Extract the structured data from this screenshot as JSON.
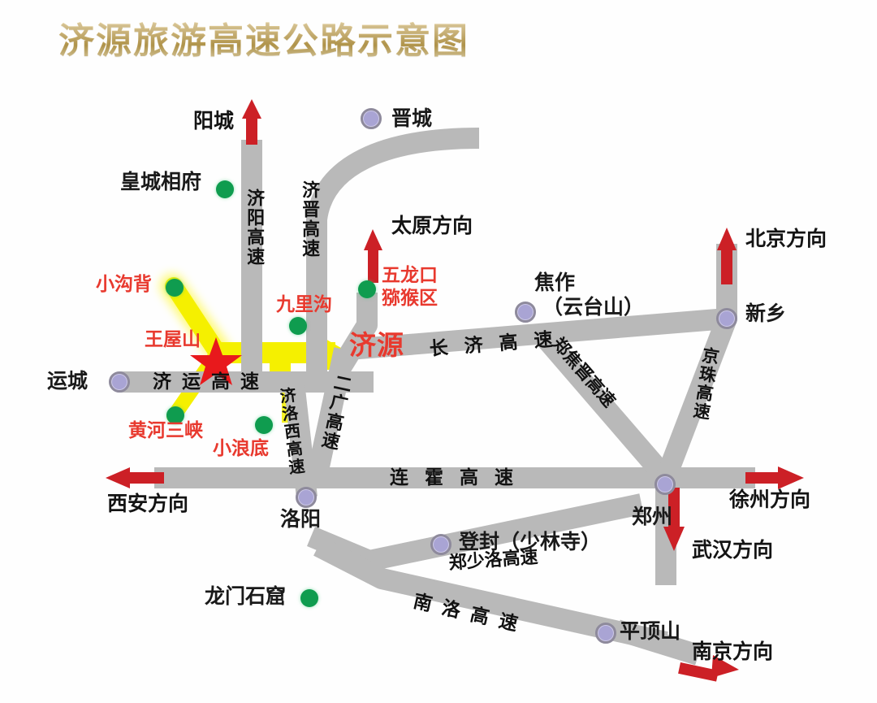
{
  "title": "济源旅游高速公路示意图",
  "colors": {
    "title_gold": "#c8ad68",
    "road_gray": "#b9b9b9",
    "route_yellow": "#f5f000",
    "arrow_red": "#cc2026",
    "site_red": "#e8392e",
    "city_purple": "#a9a4d4",
    "scenic_green": "#0f9c4f",
    "background": "#ffffff"
  },
  "cities": [
    {
      "name": "晋城",
      "marker": "purple-circle"
    },
    {
      "name": "运城",
      "marker": "purple-circle"
    },
    {
      "name": "新乡",
      "marker": "purple-circle"
    },
    {
      "name": "洛阳",
      "marker": "purple-circle"
    },
    {
      "name": "郑州",
      "marker": "purple-circle"
    },
    {
      "name": "平顶山",
      "marker": "purple-circle"
    },
    {
      "name": "焦作",
      "marker": "purple-circle"
    },
    {
      "name": "焦作_sub",
      "label": "（云台山）"
    },
    {
      "name": "登封",
      "label": "登封（少林寺）",
      "marker": "purple-circle"
    },
    {
      "name": "济源",
      "marker": "none",
      "highlight": true
    }
  ],
  "city_labels": {
    "jincheng": "晋城",
    "yuncheng": "运城",
    "xinxiang": "新乡",
    "luoyang": "洛阳",
    "zhengzhou": "郑州",
    "pingdingshan": "平顶山",
    "jiaozuo": "焦作",
    "jiaozuo_sub": "（云台山）",
    "dengfeng": "登封（少林寺）",
    "jiyuan": "济源",
    "yangcheng": "阳城"
  },
  "scenic_spots": [
    {
      "label": "皇城相府",
      "style": "black",
      "marker": "green-dot"
    },
    {
      "label": "小沟背",
      "style": "red",
      "marker": "green-dot"
    },
    {
      "label": "王屋山",
      "style": "red",
      "marker": "red-star"
    },
    {
      "label": "九里沟",
      "style": "red",
      "marker": "green-dot"
    },
    {
      "label": "五龙口",
      "style": "red",
      "marker": "green-dot"
    },
    {
      "label": "猕猴区",
      "style": "red",
      "marker": "none"
    },
    {
      "label": "黄河三峡",
      "style": "red",
      "marker": "green-dot"
    },
    {
      "label": "小浪底",
      "style": "red",
      "marker": "green-dot"
    },
    {
      "label": "龙门石窟",
      "style": "black",
      "marker": "green-dot"
    }
  ],
  "spot_labels": {
    "huangchengxiangfu": "皇城相府",
    "xiaogoubei": "小沟背",
    "wangwushan": "王屋山",
    "jiuligou": "九里沟",
    "wulongkou": "五龙口",
    "mihouqu": "猕猴区",
    "huanghesanxia": "黄河三峡",
    "xiaolangdi": "小浪底",
    "longmenshiku": "龙门石窟"
  },
  "highways": {
    "jiyang": "济阳高速",
    "jijin": "济晋高速",
    "jiyun": "济运高速",
    "changji": "长济高速",
    "changji_chars": [
      "长",
      "济",
      "高",
      "速"
    ],
    "jiyun_chars": [
      "济",
      "运",
      "高",
      "速"
    ],
    "erguang": "二广高速",
    "jiluoxi": "济洛西高速",
    "lianhuo": "连霍高速",
    "lianhuo_chars": [
      "连",
      "霍",
      "高",
      "速"
    ],
    "zhengjiaojin": "郑焦晋高速",
    "jingzhu": "京珠高速",
    "zhengshaoluo": "郑少洛高速",
    "nanluo": "南洛高速",
    "nanluo_chars": [
      "南",
      "洛",
      "高",
      "速"
    ]
  },
  "directions": [
    {
      "label": "阳城",
      "arrow": "up"
    },
    {
      "label": "太原方向",
      "arrow": "up"
    },
    {
      "label": "北京方向",
      "arrow": "up"
    },
    {
      "label": "西安方向",
      "arrow": "left"
    },
    {
      "label": "徐州方向",
      "arrow": "right"
    },
    {
      "label": "武汉方向",
      "arrow": "down"
    },
    {
      "label": "南京方向",
      "arrow": "right-down"
    }
  ],
  "direction_labels": {
    "yangcheng": "阳城",
    "taiyuan": "太原方向",
    "beijing": "北京方向",
    "xian": "西安方向",
    "xuzhou": "徐州方向",
    "wuhan": "武汉方向",
    "nanjing": "南京方向"
  }
}
